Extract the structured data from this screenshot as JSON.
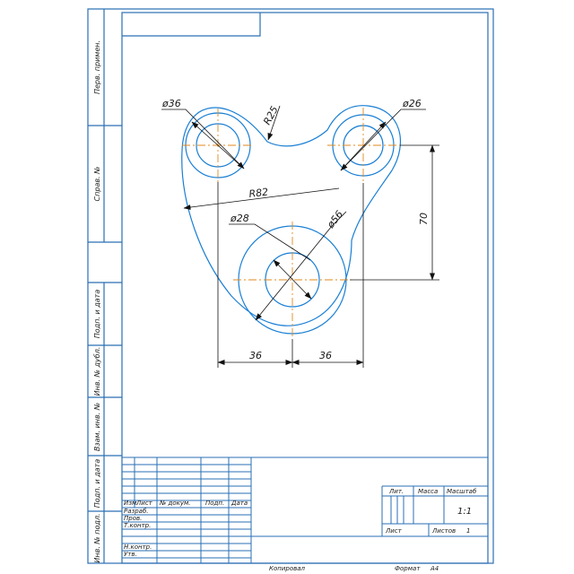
{
  "drawing": {
    "dimensions": {
      "d_top_left": "ø36",
      "d_top_right": "ø26",
      "r_blend": "R25",
      "r_outline": "R82",
      "d_bottom_inner": "ø28",
      "d_bottom_outer": "ø56",
      "height": "70",
      "offset_left": "36",
      "offset_right": "36"
    }
  },
  "side_strip": {
    "labels": [
      "Перв. примен.",
      "Справ. №",
      "Подп. и дата",
      "Инв. № дубл.",
      "Взам. инв. №",
      "Подп. и дата",
      "Инв. № подл."
    ]
  },
  "title_block": {
    "headers": {
      "izm": "Изм",
      "list": "Лист",
      "doc_no": "№ докум.",
      "sign": "Подп.",
      "date": "Дата"
    },
    "roles": [
      "Разраб.",
      "Пров.",
      "Т.контр.",
      "",
      "Н.контр.",
      "Утв."
    ],
    "lit": "Лит.",
    "mass": "Масса",
    "scale": "Масштаб",
    "scale_value": "1:1",
    "sheet": "Лист",
    "sheets": "Листов",
    "sheets_value": "1",
    "copied": "Копировал",
    "format": "Формат",
    "format_value": "А4"
  },
  "colors": {
    "outline": "#1a7fd4",
    "centerline": "#e08a1e",
    "frame": "#2a6fb5",
    "dimension": "#111111"
  }
}
